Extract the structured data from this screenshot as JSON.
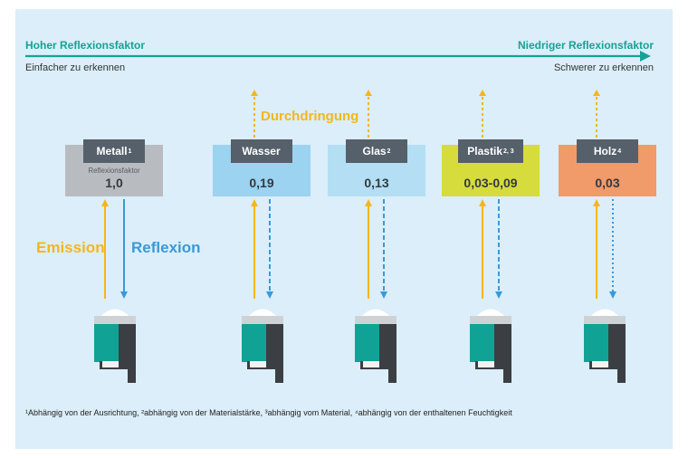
{
  "header": {
    "left_title": "Hoher Reflexionsfaktor",
    "right_title": "Niedriger Reflexionsfaktor",
    "left_sub": "Einfacher zu erkennen",
    "right_sub": "Schwerer zu erkennen"
  },
  "labels": {
    "penetration": "Durchdringung",
    "emission": "Emission",
    "reflection": "Reflexion",
    "factor": "Reflexionsfaktor"
  },
  "materials": [
    {
      "name": "Metall",
      "sup": "1",
      "value": "1,0",
      "color": "#b8bcc1"
    },
    {
      "name": "Wasser",
      "sup": "",
      "value": "0,19",
      "color": "#9bd3f0"
    },
    {
      "name": "Glas",
      "sup": "2",
      "value": "0,13",
      "color": "#b3def4"
    },
    {
      "name": "Plastik",
      "sup": "2, 3",
      "value": "0,03-0,09",
      "color": "#d6dc3c"
    },
    {
      "name": "Holz",
      "sup": "4",
      "value": "0,03",
      "color": "#f19a6a"
    }
  ],
  "footnote": "¹Abhängig von der Ausrichtung, ²abhängig von der Materialstärke, ³abhängig vom Material, ⁴abhängig von der enthaltenen Feuchtigkeit",
  "colors": {
    "accent": "#14a394",
    "emission": "#f6b51d",
    "reflection": "#3a99d8",
    "tag": "#55606a",
    "sensor_green": "#10a294",
    "sensor_dark": "#3b3f43"
  }
}
